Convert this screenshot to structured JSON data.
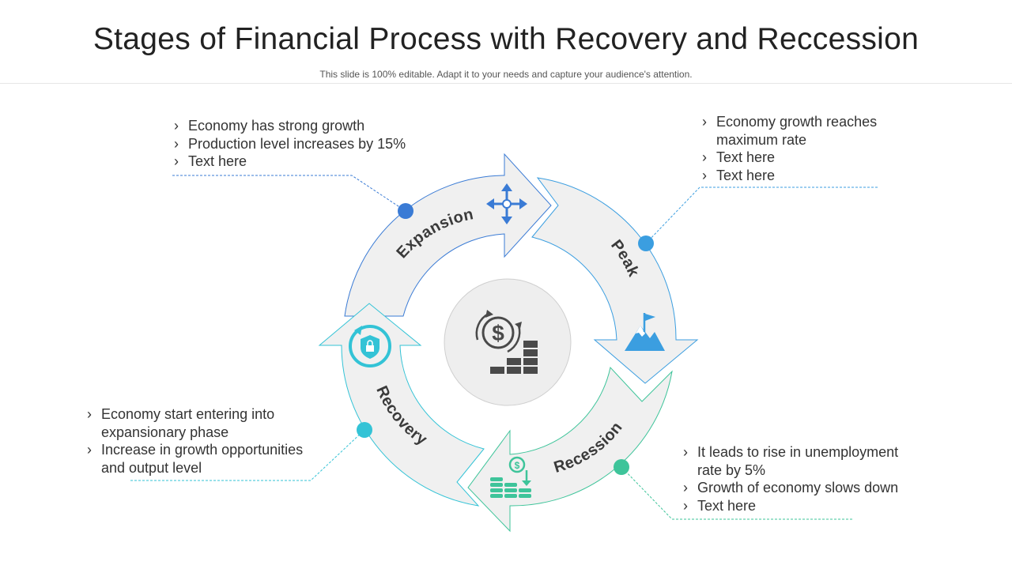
{
  "title": "Stages of Financial Process with Recovery and Reccession",
  "subtitle": "This slide is 100% editable. Adapt it to your needs and capture your audience's attention.",
  "stages": [
    {
      "label": "Expansion",
      "color": "#3a7bd5",
      "icon": "move-arrows-icon",
      "bullets": [
        "Economy has strong growth",
        "Production level increases by 15%",
        "Text here"
      ]
    },
    {
      "label": "Peak",
      "color": "#3b9ee0",
      "icon": "mountain-flag-icon",
      "bullets": [
        "Economy growth reaches maximum rate",
        "Text here",
        "Text here"
      ]
    },
    {
      "label": "Recession",
      "color": "#3ec49a",
      "icon": "dollar-down-coins-icon",
      "bullets": [
        "It leads to rise in unemployment rate by 5%",
        "Growth of economy slows down",
        "Text here"
      ]
    },
    {
      "label": "Recovery",
      "color": "#33c3d6",
      "icon": "shield-lock-cycle-icon",
      "bullets": [
        "Economy start entering into expansionary phase",
        "Increase in growth opportunities and output level"
      ]
    }
  ],
  "center_icon": "dollar-cycle-growth-icon"
}
